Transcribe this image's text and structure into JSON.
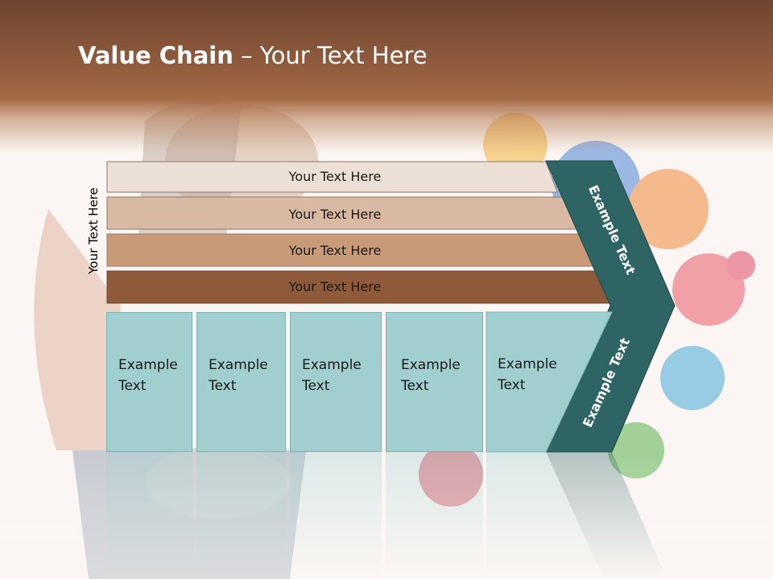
{
  "slide": {
    "title_bold": "Value Chain",
    "title_rest": " – Your Text Here",
    "side_label": "Your Text Here"
  },
  "rows": [
    {
      "label": "Your Text Here",
      "color": "#ecdfd6"
    },
    {
      "label": "Your Text Here",
      "color": "#dab9a2"
    },
    {
      "label": "Your Text Here",
      "color": "#c99a78"
    },
    {
      "label": "Your Text Here",
      "color": "#8f5a3a"
    }
  ],
  "columns": [
    {
      "line1": "Example",
      "line2": "Text"
    },
    {
      "line1": "Example",
      "line2": "Text"
    },
    {
      "line1": "Example",
      "line2": "Text"
    },
    {
      "line1": "Example",
      "line2": "Text"
    },
    {
      "line1": "Example",
      "line2": "Text"
    }
  ],
  "chevron": {
    "upper_label": "Example Text",
    "lower_label": "Example Text",
    "color": "#2f6464"
  },
  "colors": {
    "column_fill": "#a1cfd0",
    "header_brown": "#8e5a3c"
  }
}
